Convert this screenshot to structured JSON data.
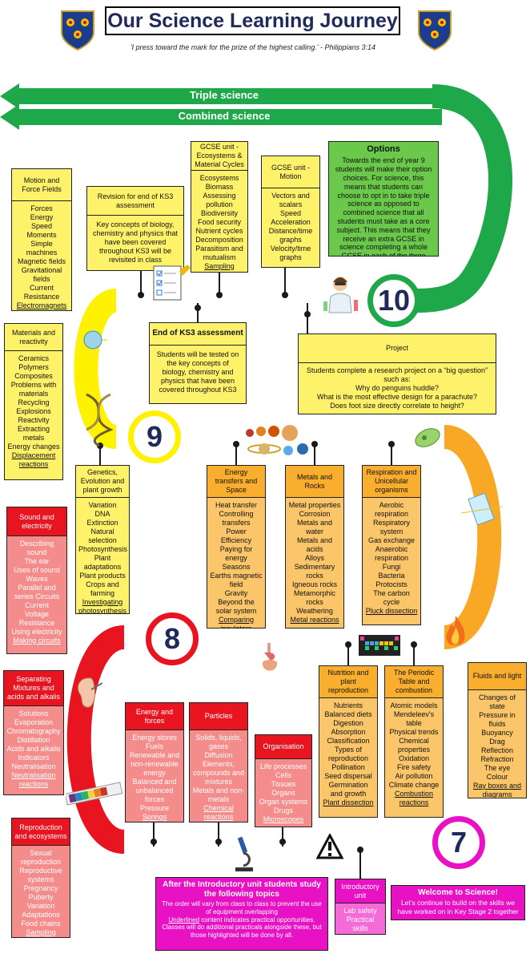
{
  "header": {
    "title": "Our Science Learning Journey",
    "quote": "'I press toward the mark for the prize of the highest calling.' - Philippians 3:14"
  },
  "banners": {
    "triple": "Triple science",
    "combined": "Combined science"
  },
  "years": {
    "y10": "10",
    "y9": "9",
    "y8": "8",
    "y7": "7"
  },
  "options": {
    "title": "Options",
    "text": "Towards the end of year 9 students will make their option choices. For science, this means that students can choose to opt in to take triple science as opposed to combined science that all students must take as a core subject. This means that they receive an extra GCSE in science completing a whole GCSE in each of the three sciences."
  },
  "boxes": {
    "motion_forces": {
      "title": "Motion and Force Fields",
      "items": [
        "Forces",
        "Energy",
        "Speed",
        "Moments",
        "Simple machines",
        "Magnetic fields",
        "Gravitational fields",
        "Current",
        "Resistance"
      ],
      "practical": "Electromagnets"
    },
    "revision_ks3": {
      "title": "Revision for end of KS3 assessment",
      "text": "Key concepts of biology, chemistry and physics that have been covered throughout KS3 will be revisited in class"
    },
    "ecosystems": {
      "title": "GCSE unit - Ecosystems & Material Cycles",
      "items": [
        "Ecosystems",
        "Biomass",
        "Assessing pollution",
        "Biodiversity",
        "Food security",
        "Nutrient cycles",
        "Decomposition",
        "Parasitism and mutualism"
      ],
      "practical": "Sampling"
    },
    "gcse_motion": {
      "title": "GCSE unit - Motion",
      "items": [
        "Vectors and scalars",
        "Speed",
        "Acceleration",
        "Distance/time graphs",
        "Velocity/time graphs"
      ]
    },
    "materials": {
      "title": "Materials and reactivity",
      "items": [
        "Ceramics",
        "Polymers",
        "Composites",
        "Problems with materials",
        "Recycling",
        "Explosions",
        "Reactivity",
        "Extracting metals",
        "Energy changes"
      ],
      "practical": "Displacement reactions"
    },
    "end_ks3": {
      "title": "End of KS3 assessment",
      "text": "Students will be tested on the key concepts of biology, chemistry and physics that have been covered throughout KS3"
    },
    "project": {
      "title": "Project",
      "lines": [
        "Students complete a research project on a “big question” such as:",
        "Why do penguins huddle?",
        "What is the most effective design for a parachute?",
        "Does foot size directly correlate to height?"
      ]
    },
    "genetics": {
      "title": "Genetics, Evolution and plant growth",
      "items": [
        "Variation",
        "DNA",
        "Extinction",
        "Natural selection",
        "Photosynthesis",
        "Plant adaptations",
        "Plant products",
        "Crops and farming"
      ],
      "practical": "Investigating photosynthesis"
    },
    "energy_space": {
      "title": "Energy transfers and Space",
      "items": [
        "Heat transfer",
        "Controlling transfers",
        "Power",
        "Efficiency",
        "Paying for energy",
        "Seasons",
        "Earths magnetic field",
        "Gravity",
        "Beyond the solar system"
      ],
      "practical": "Comparing insulators"
    },
    "metals_rocks": {
      "title": "Metals and Rocks",
      "items": [
        "Metal properties",
        "Corrosion",
        "Metals and water",
        "Metals and acids",
        "Alloys",
        "Sedimentary rocks",
        "Igneous rocks",
        "Metamorphic rocks",
        "Weathering"
      ],
      "practical": "Metal reactions"
    },
    "respiration": {
      "title": "Respiration and Unicellular organisms",
      "items": [
        "Aerobic respiration",
        "Respiratory system",
        "Gas exchange",
        "Anaerobic respiration",
        "Fungi",
        "Bacteria",
        "Protocists",
        "The carbon cycle"
      ],
      "practical": "Pluck dissection"
    },
    "sound": {
      "title": "Sound and electricity",
      "items": [
        "Describing sound",
        "The ear",
        "Uses of sound Waves",
        "Parallel and series Circuits",
        "Current",
        "Voltage",
        "Resistance",
        "Using electricity"
      ],
      "practical": "Making circuits"
    },
    "separating": {
      "title": "Separating Mixtures and acids and alkalis",
      "items": [
        "Solutions",
        "Evaporation",
        "Chromatography",
        "Distillation",
        "Acids and alkalis",
        "Indicators",
        "Neutralisation"
      ],
      "practical": "Neutralisation reactions"
    },
    "nutrition": {
      "title": "Nutrition and plant reproduction",
      "items": [
        "Nutrients",
        "Balanced diets",
        "Digestion",
        "Absorption",
        "Classification",
        "Types of reproduction",
        "Pollination",
        "Seed dispersal",
        "Germination and growth"
      ],
      "practical": "Plant dissection"
    },
    "periodic": {
      "title": "The Periodic Table and combustion",
      "items": [
        "Atomic models",
        "Mendeleev's table",
        "Physical trends",
        "Chemical properties",
        "Oxidation",
        "Fire safety",
        "Air pollution",
        "Climate change"
      ],
      "practical": "Combustion reactions"
    },
    "fluids_light": {
      "title": "Fluids and light",
      "items": [
        "Changes of state",
        "Pressure in fluids",
        "Buoyancy",
        "Drag",
        "Reflection",
        "Refraction",
        "The eye",
        "Colour"
      ],
      "practical": "Ray boxes and diagrams"
    },
    "energy_forces": {
      "title": "Energy and forces",
      "items": [
        "Energy stores",
        "Fuels",
        "Renewable and non-renewable energy",
        "Balanced and unbalanced forces",
        "Pressure"
      ],
      "practical": "Springs"
    },
    "particles": {
      "title": "Particles",
      "items": [
        "Solids, liquids, gases",
        "Diffusion",
        "Elements, compounds and mixtures",
        "Metals and non-metals"
      ],
      "practical": "Chemical reactions"
    },
    "organisation": {
      "title": "Organisation",
      "items": [
        "Life processes",
        "Cells",
        "Tissues",
        "Organs",
        "Organ systems",
        "Drugs"
      ],
      "practical": "Microscopes"
    },
    "reproduction": {
      "title": "Reproduction and ecosystems",
      "items": [
        "Sexual reproduction",
        "Reproductive systems",
        "Pregnancy",
        "Puberty",
        "Variation",
        "Adaptations",
        "Food chains"
      ],
      "practical": "Sampling"
    },
    "after_intro": {
      "title": "After the Introductory unit students study the following topics",
      "lines": [
        "The order will vary from class to class to prevent the use of equipment overlapping"
      ],
      "underlined": "Underlined",
      "line2_rest": " content indicates practical opportunities.",
      "line3": "Classes will do additional practicals alongside these, but those highlighted will be done by all."
    },
    "intro_unit": {
      "title": "Introductory unit",
      "items": [
        "Lab safety",
        "Practical skills"
      ]
    },
    "welcome": {
      "title": "Welcome to Science!",
      "text": "Let’s continue to build on the skills we have worked on in Key Stage 2 together"
    }
  },
  "colors": {
    "green": "#1fa84a",
    "yellow": "#fff200",
    "orange": "#f9a825",
    "red": "#e8141f",
    "magenta": "#e812c4",
    "navy": "#1f2a5a"
  },
  "icons": [
    "school-crest-icon",
    "scientist-icon",
    "checklist-icon",
    "dna-icon",
    "planets-icon",
    "bacteria-icon",
    "glass-prism-icon",
    "flame-icon",
    "periodic-table-icon",
    "digestive-system-icon",
    "ear-icon",
    "spectrum-icon",
    "microscope-icon",
    "hazard-icon"
  ]
}
